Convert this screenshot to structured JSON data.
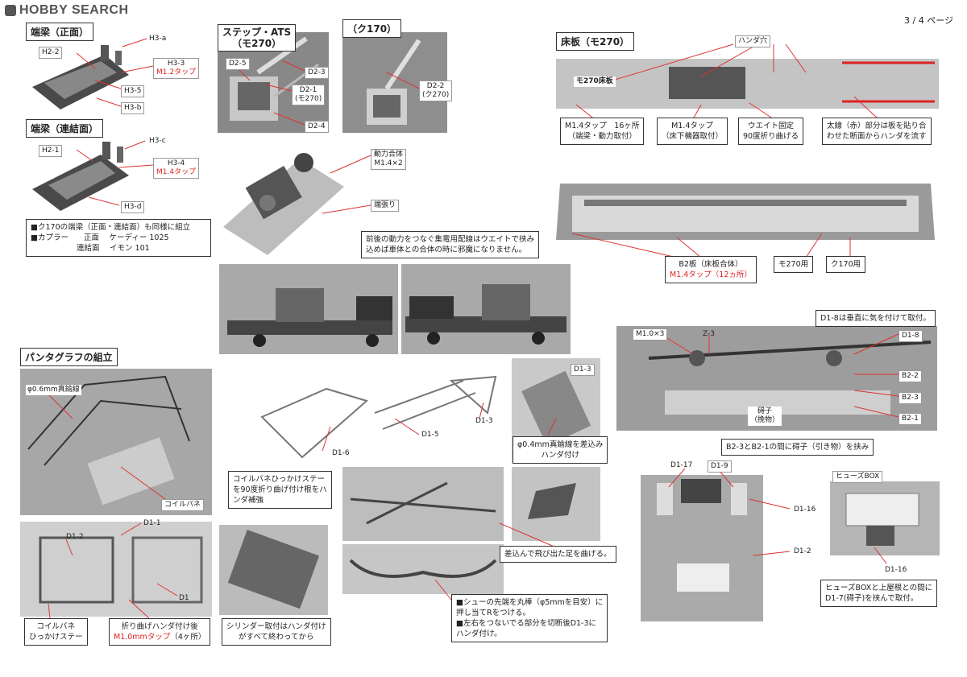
{
  "header": {
    "logo": "HOBBY SEARCH",
    "page": "3 / 4 ページ"
  },
  "colors": {
    "accent": "#dd2222",
    "photo_dark": "#333333"
  },
  "s1": {
    "title": "端梁（正面）",
    "l1": "H3-a",
    "l2": "H2-2",
    "l3a": "H3-3",
    "l3b": "M1.2タップ",
    "l4": "H3-5",
    "l5": "H3-b"
  },
  "s2": {
    "title": "端梁（連結面）",
    "l1": "H3-c",
    "l2": "H2-1",
    "l3a": "H3-4",
    "l3b": "M1.4タップ",
    "l4": "H3-d",
    "note1": "■ク170の端梁（正面・連結面）も同様に組立",
    "note2": "■カプラー　　正面　 ケーディー 1025",
    "note3": "　　　　　　連結面　 イモン 101"
  },
  "s3": {
    "title1": "ステップ・ATS",
    "title2": "（モ270）",
    "l1": "D2-5",
    "l2": "D2-3",
    "l3a": "D2-1",
    "l3b": "(モ270)",
    "l4": "D2-4"
  },
  "s4": {
    "title": "（ク170）",
    "l1a": "D2-2",
    "l1b": "(ク270)"
  },
  "s5": {
    "l1a": "動力合体",
    "l1b": "M1.4×2",
    "l2": "端張り",
    "note1": "前後の動力をつなぐ集電用配線はウエイトで挟み",
    "note2": "込めば車体との合体の時に邪魔になりません。"
  },
  "s6": {
    "title": "床板（モ270）",
    "l_holes": "ハンダ穴",
    "l_plate": "モ270床板",
    "n1a": "M1.4タップ　16ヶ所",
    "n1b": "（端梁・動力取付）",
    "n2a": "M1.4タップ",
    "n2b": "（床下機器取付）",
    "n3a": "ウエイト固定",
    "n3b": "90度折り曲げる",
    "n4a": "太線（赤）部分は板を貼り合",
    "n4b": "わせた断面からハンダを流す"
  },
  "s7": {
    "n1a": "B2板（床板合体）",
    "n1b": "M1.4タップ（12ヵ所）",
    "n2": "モ270用",
    "n3": "ク170用"
  },
  "s8": {
    "title": "パンタグラフの組立",
    "l1": "φ0.6mm真鍮線",
    "l2": "コイルバネ",
    "l3": "D1-1",
    "l4": "D1-2",
    "l5": "D1",
    "n1a": "コイルバネ",
    "n1b": "ひっかけステー",
    "n2a": "折り曲げハンダ付け後",
    "n2b": "M1.0mmタップ",
    "n2c": "（4ヶ所）"
  },
  "s9": {
    "l1": "D1-6",
    "l2": "D1-5",
    "l3": "D1-3",
    "n1a": "コイルバネひっかけステー",
    "n1b": "を90度折り曲げ付け根をハ",
    "n1c": "ンダ補強",
    "n2a": "シリンダー取付はハンダ付け",
    "n2b": "がすべて終わってから"
  },
  "s10": {
    "l1": "D1-3",
    "n1a": "φ0.4mm真鍮線を差込み",
    "n1b": "ハンダ付け",
    "n2": "差込んで飛び出た足を曲げる。",
    "n3a": "■シューの先端を丸棒（φ5mmを目安）に",
    "n3b": "押し当てRをつける。",
    "n3c": "■左右をつないでる部分を切断後D1-3に",
    "n3d": "ハンダ付け。"
  },
  "s11": {
    "top": "D1-8は垂直に気を付けて取付。",
    "l1": "M1.0×3",
    "l2": "Z-3",
    "l3": "D1-8",
    "l4": "B2-2",
    "l5": "B2-3",
    "l6": "B2-1",
    "l7a": "碍子",
    "l7b": "（挽物）",
    "n1": "B2-3とB2-1の間に碍子（引き物）を挟み"
  },
  "s12": {
    "l1": "D1-17",
    "l2": "D1-9",
    "l3": "D1-16",
    "l4": "D1-2",
    "box": "ヒューズBOX",
    "l5": "D1-16",
    "n1a": "ヒューズBOXと上屋根との間に",
    "n1b": "D1-7(碍子)を挟んで取付。"
  }
}
